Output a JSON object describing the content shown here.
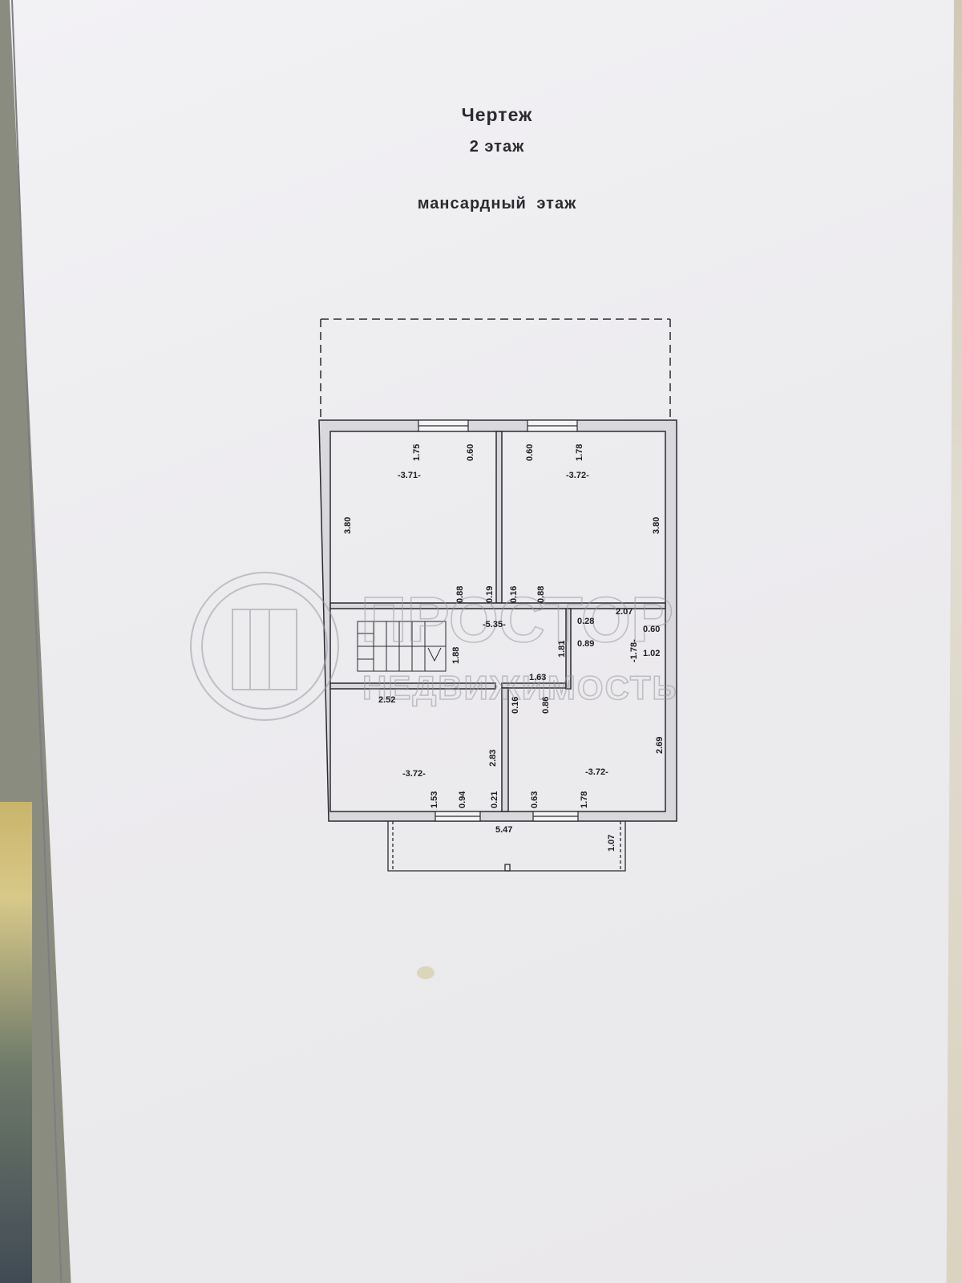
{
  "document": {
    "title": "Чертеж",
    "floor": "2 этаж",
    "floor_type": "мансардный  этаж"
  },
  "watermark": {
    "brand": "ПРОСТОР",
    "tagline": "НЕДВИЖИМОСТЬ"
  },
  "dimensions": {
    "room_nw_width": "-3.71-",
    "room_nw_length": "3.80",
    "room_nw_window_offset": "1.75",
    "room_nw_wall_gap": "0.60",
    "room_ne_width": "-3.72-",
    "room_ne_length": "3.80",
    "room_ne_window_offset": "1.78",
    "room_ne_wall_gap": "0.60",
    "hall_length": "-5.35-",
    "hall_left_gap": "0.88",
    "hall_left_wall": "0.19",
    "hall_right_wall": "0.16",
    "hall_right_gap": "0.88",
    "stair_width": "1.88",
    "stair_length": "2.52",
    "hall_center_width": "1.81",
    "hall_bottom_width": "1.63",
    "hall_door_a": "0.28",
    "hall_door_b": "0.89",
    "bath_width": "2.07",
    "bath_length": "-1.78-",
    "bath_gap": "0.60",
    "bath_door": "1.02",
    "partition_a": "0.16",
    "partition_b": "0.86",
    "room_sw_width": "-3.72-",
    "room_sw_length": "2.83",
    "room_sw_window_offset": "1.53",
    "room_sw_window": "0.94",
    "room_sw_wall": "0.21",
    "room_se_width": "-3.72-",
    "room_se_length": "2.69",
    "room_se_wall_gap": "0.63",
    "room_se_window_offset": "1.78",
    "balcony_length": "5.47",
    "balcony_depth": "1.07"
  },
  "colors": {
    "paper": "#ecebee",
    "ink": "#1e1e24",
    "wall_fill": "#d4d4d8"
  }
}
